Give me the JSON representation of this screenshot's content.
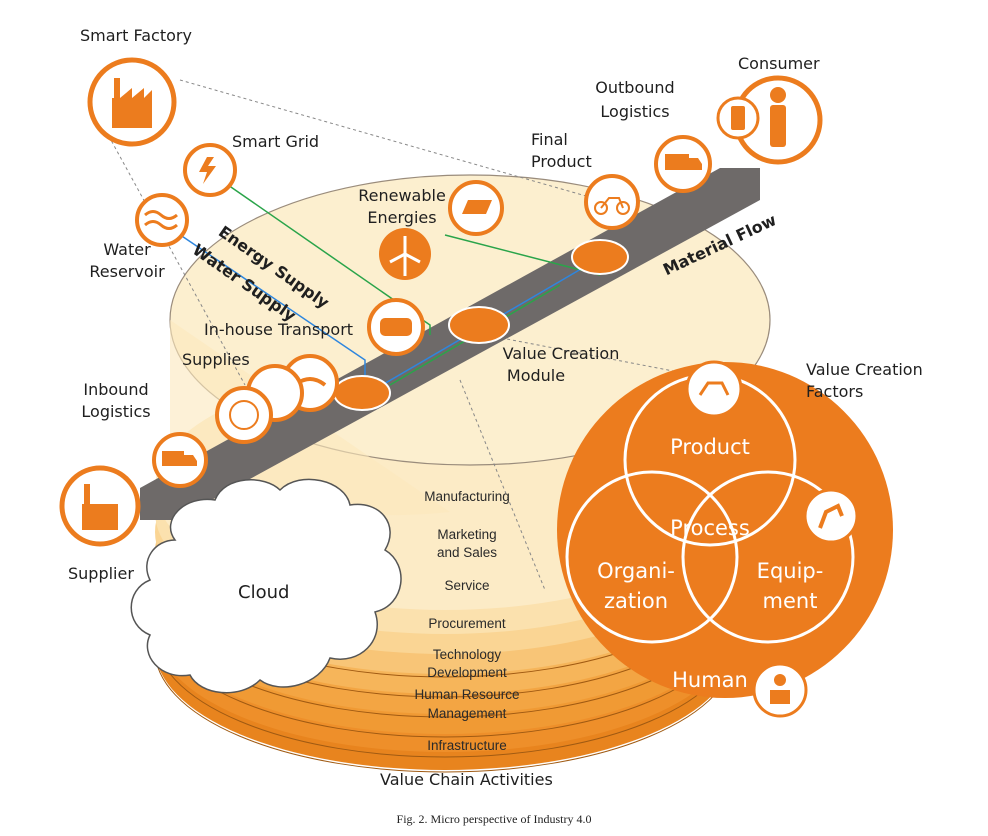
{
  "colors": {
    "orange": "#ec7c1e",
    "orange_light": "#f3a34b",
    "cream": "#fcefcf",
    "grey": "#6e6a69",
    "green": "#2aa44a",
    "blue": "#2e86de"
  },
  "nodes": {
    "smart_factory": "Smart Factory",
    "smart_grid": "Smart Grid",
    "water_reservoir_1": "Water",
    "water_reservoir_2": "Reservoir",
    "renewable_1": "Renewable",
    "renewable_2": "Energies",
    "final_product_1": "Final",
    "final_product_2": "Product",
    "outbound_1": "Outbound",
    "outbound_2": "Logistics",
    "consumer": "Consumer",
    "inhouse_transport": "In-house Transport",
    "supplies": "Supplies",
    "inbound_1": "Inbound",
    "inbound_2": "Logistics",
    "supplier": "Supplier",
    "vcm_1": "Value Creation",
    "vcm_2": "Module",
    "vcf_1": "Value Creation",
    "vcf_2": "Factors",
    "cloud": "Cloud"
  },
  "flows": {
    "energy_supply": "Energy Supply",
    "water_supply": "Water Supply",
    "material_flow": "Material Flow"
  },
  "activities": {
    "manufacturing": "Manufacturing",
    "marketing_1": "Marketing",
    "marketing_2": "and Sales",
    "service": "Service",
    "procurement": "Procurement",
    "tech_1": "Technology",
    "tech_2": "Development",
    "hr_1": "Human Resource",
    "hr_2": "Management",
    "infrastructure": "Infrastructure",
    "title": "Value Chain Activities"
  },
  "factors": {
    "product": "Product",
    "process": "Process",
    "organization_1": "Organi-",
    "organization_2": "zation",
    "equipment_1": "Equip-",
    "equipment_2": "ment",
    "human": "Human"
  },
  "icons": [
    "factory-icon",
    "lightning-icon",
    "water-icon",
    "solar-panel-icon",
    "wind-turbine-icon",
    "bicycle-icon",
    "truck-icon",
    "person-icon",
    "phone-icon",
    "box-icon",
    "wheel-icon",
    "handlebar-icon",
    "robot-arm-icon",
    "worker-icon",
    "cloud-icon"
  ],
  "caption": "Fig. 2. Micro perspective of Industry 4.0"
}
